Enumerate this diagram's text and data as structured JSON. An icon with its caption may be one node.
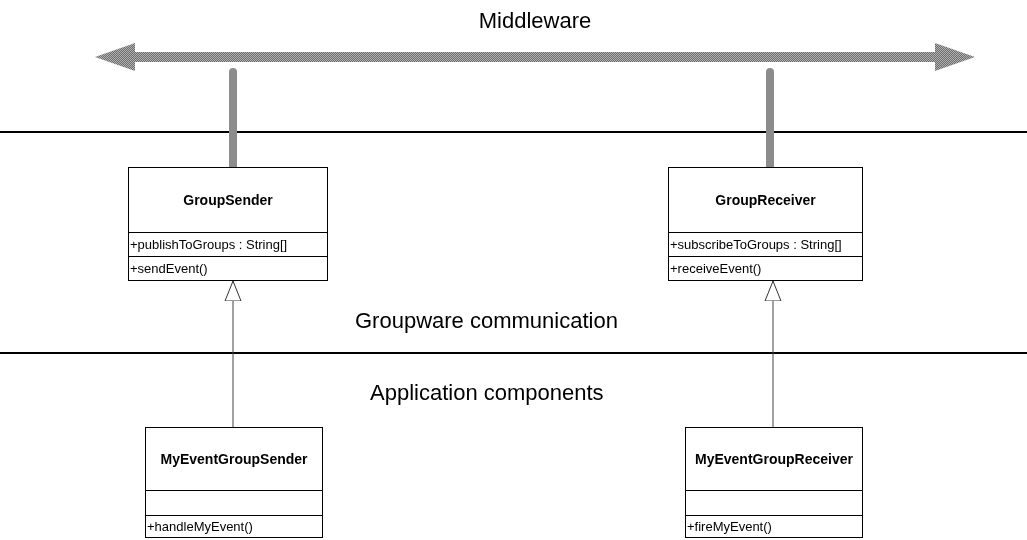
{
  "diagram": {
    "nodes": [
      {
        "text": [
          "GroupSender",
          "+publishToGroups : String[]",
          "+sendEvent()"
        ]
      },
      {
        "text": [
          "GroupReceiver",
          "+subscribeToGroups : String[]",
          "+receiveEvent()"
        ]
      },
      {
        "text": [
          "MyEventGroupSender",
          "+handleMyEvent()"
        ]
      },
      {
        "text": [
          "MyEventGroupReceiver",
          "+fireMyEvent()"
        ]
      },
      {
        "text": [
          "Middleware"
        ]
      }
    ],
    "edges": [
      {
        "from": 0,
        "to": 4,
        "arrow": "none",
        "style": "thick",
        "color": "#8c8c8c"
      },
      {
        "from": 1,
        "to": 4,
        "arrow": "none",
        "style": "thick",
        "color": "#8c8c8c"
      },
      {
        "from": 2,
        "to": 0,
        "arrow": "to"
      },
      {
        "from": 3,
        "to": 1,
        "arrow": "to"
      }
    ],
    "labels": [
      "Groupware communication",
      "Application components"
    ]
  }
}
